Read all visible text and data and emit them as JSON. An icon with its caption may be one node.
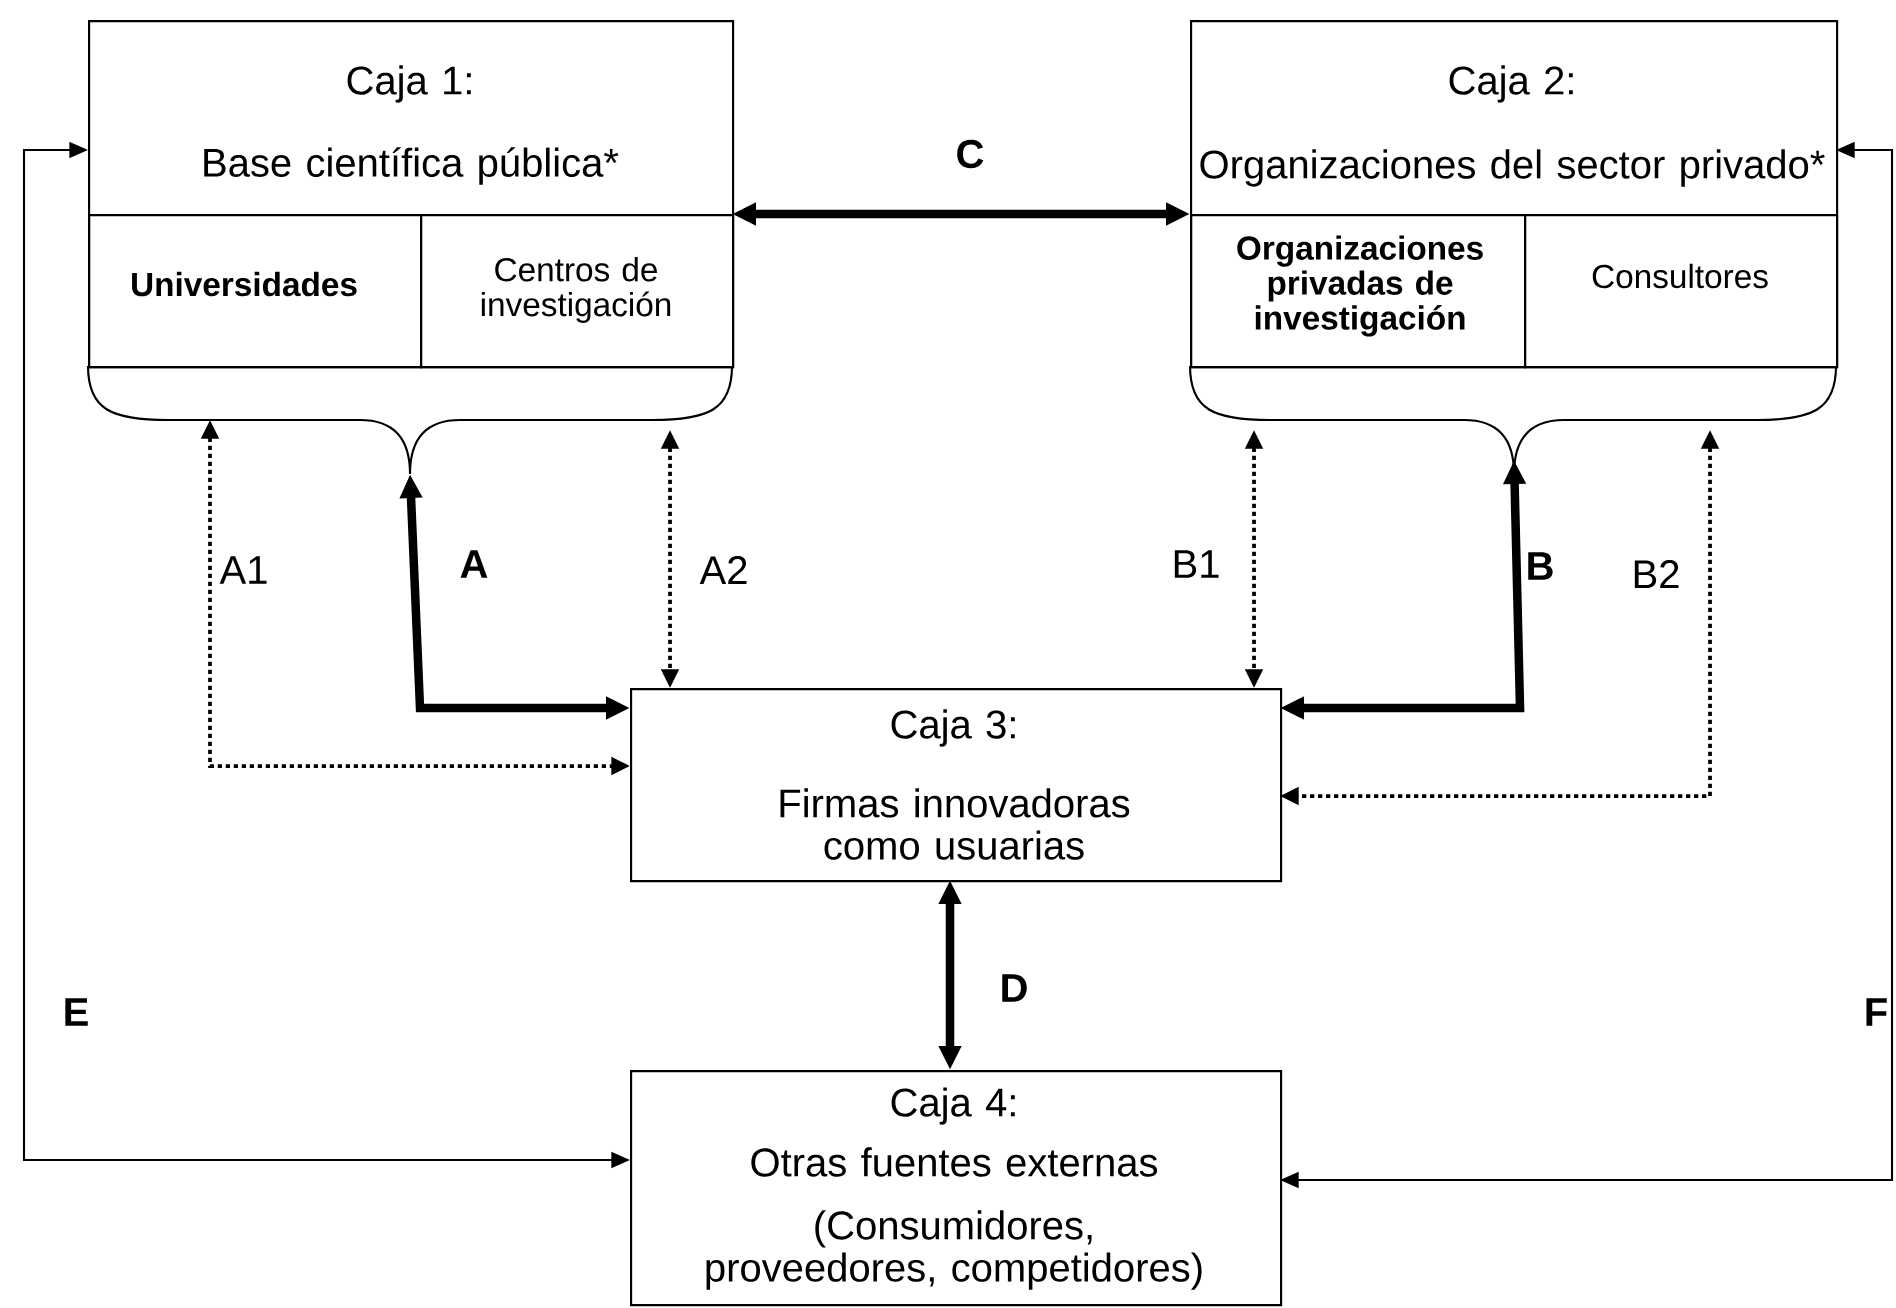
{
  "diagram": {
    "nodes": [
      {
        "text": [
          "Caja 1:",
          "Base científica pública*"
        ]
      },
      {
        "text": [
          "Universidades"
        ],
        "in": 0
      },
      {
        "text": [
          "Centros de investigación"
        ],
        "in": 0
      },
      {
        "text": [
          "Caja 2:",
          "Organizaciones del sector privado*"
        ]
      },
      {
        "text": [
          "Organizaciones privadas de investigación"
        ],
        "in": 3
      },
      {
        "text": [
          "Consultores"
        ],
        "in": 3
      },
      {
        "text": [
          "Caja 3:",
          "Firmas innovadoras como usuarias"
        ]
      },
      {
        "text": [
          "Caja 4:",
          "Otras fuentes externas",
          "(Consumidores, proveedores, competidores)"
        ]
      }
    ],
    "edges": [
      {
        "from": 0,
        "to": 3,
        "arrow": "both",
        "label": "C",
        "style": "thick"
      },
      {
        "from": 0,
        "to": 6,
        "arrow": "both",
        "label": "A",
        "style": "thick"
      },
      {
        "from": 0,
        "to": 6,
        "arrow": "both",
        "label": "A1",
        "style": "dashed"
      },
      {
        "from": 0,
        "to": 6,
        "arrow": "both",
        "label": "A2",
        "style": "dashed"
      },
      {
        "from": 3,
        "to": 6,
        "arrow": "both",
        "label": "B1",
        "style": "dashed"
      },
      {
        "from": 3,
        "to": 6,
        "arrow": "both",
        "label": "B",
        "style": "thick"
      },
      {
        "from": 3,
        "to": 6,
        "arrow": "both",
        "label": "B2",
        "style": "dashed"
      },
      {
        "from": 6,
        "to": 7,
        "arrow": "both",
        "label": "D",
        "style": "thick"
      },
      {
        "from": 0,
        "to": 7,
        "arrow": "both",
        "label": "E"
      },
      {
        "from": 3,
        "to": 7,
        "arrow": "both",
        "label": "F"
      }
    ]
  }
}
